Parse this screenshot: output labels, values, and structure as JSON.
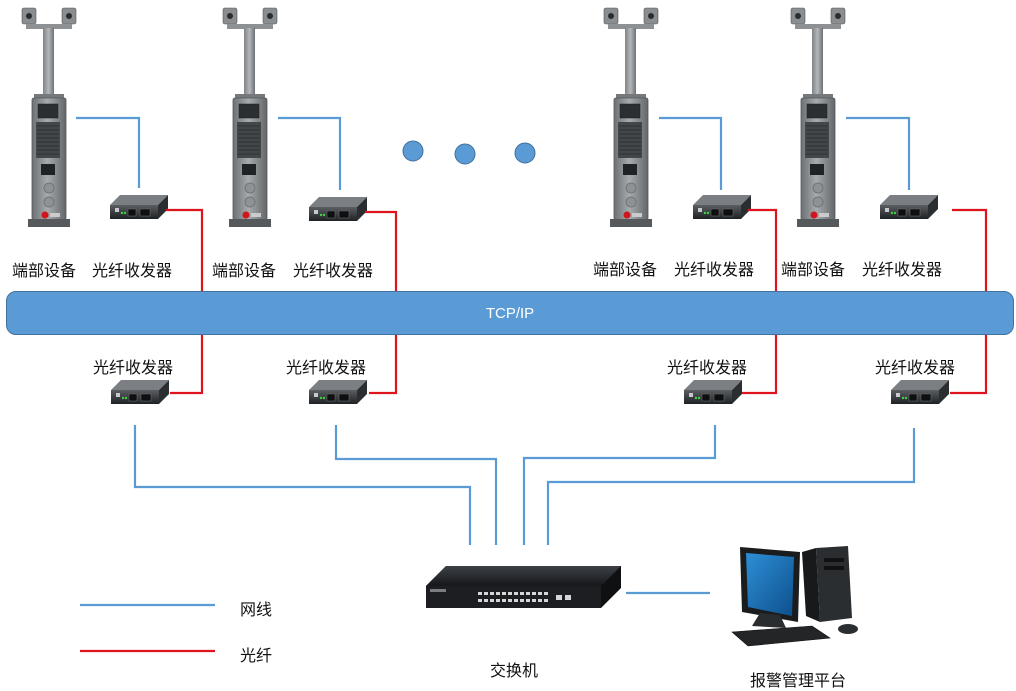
{
  "bus": {
    "label": "TCP/IP"
  },
  "top_nodes": [
    {
      "device_label": "端部设备",
      "transceiver_label": "光纤收发器"
    },
    {
      "device_label": "端部设备",
      "transceiver_label": "光纤收发器"
    },
    {
      "device_label": "端部设备",
      "transceiver_label": "光纤收发器"
    },
    {
      "device_label": "端部设备",
      "transceiver_label": "光纤收发器"
    }
  ],
  "bottom_transceivers": [
    {
      "label": "光纤收发器"
    },
    {
      "label": "光纤收发器"
    },
    {
      "label": "光纤收发器"
    },
    {
      "label": "光纤收发器"
    }
  ],
  "switch": {
    "label": "交换机"
  },
  "platform": {
    "label": "报警管理平台"
  },
  "legend": [
    {
      "label": "网线",
      "color": "#5b9bd5"
    },
    {
      "label": "光纤",
      "color": "#e0141e"
    }
  ],
  "colors": {
    "network_cable": "#5b9bd5",
    "fiber": "#e0141e",
    "bus": "#5b9bd5"
  }
}
